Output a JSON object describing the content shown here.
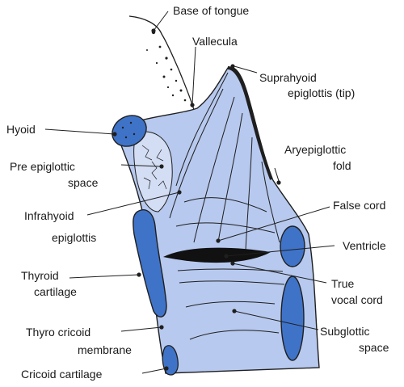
{
  "labels": {
    "base_of_tongue": "Base of tongue",
    "vallecula": "Vallecula",
    "suprahyoid_1": "Suprahyoid",
    "suprahyoid_2": "epiglottis (tip)",
    "hyoid": "Hyoid",
    "aryepiglottic_1": "Aryepiglottic",
    "aryepiglottic_2": "fold",
    "pre_epiglottic_1": "Pre epiglottic",
    "pre_epiglottic_2": "space",
    "false_cord": "False cord",
    "infrahyoid_1": "Infrahyoid",
    "infrahyoid_2": "epiglottis",
    "ventricle": "Ventricle",
    "thyroid_1": "Thyroid",
    "thyroid_2": "cartilage",
    "true_cord_1": "True",
    "true_cord_2": "vocal cord",
    "subglottic_1": "Subglottic",
    "subglottic_2": "space",
    "thyro_cricoid_1": "Thyro cricoid",
    "thyro_cricoid_2": "membrane",
    "cricoid": "Cricoid cartilage"
  },
  "colors": {
    "tissue": "#b7c9ee",
    "cartilage": "#3f73c8",
    "outline": "#1f1f1f",
    "label_text": "#1a1a1a"
  }
}
